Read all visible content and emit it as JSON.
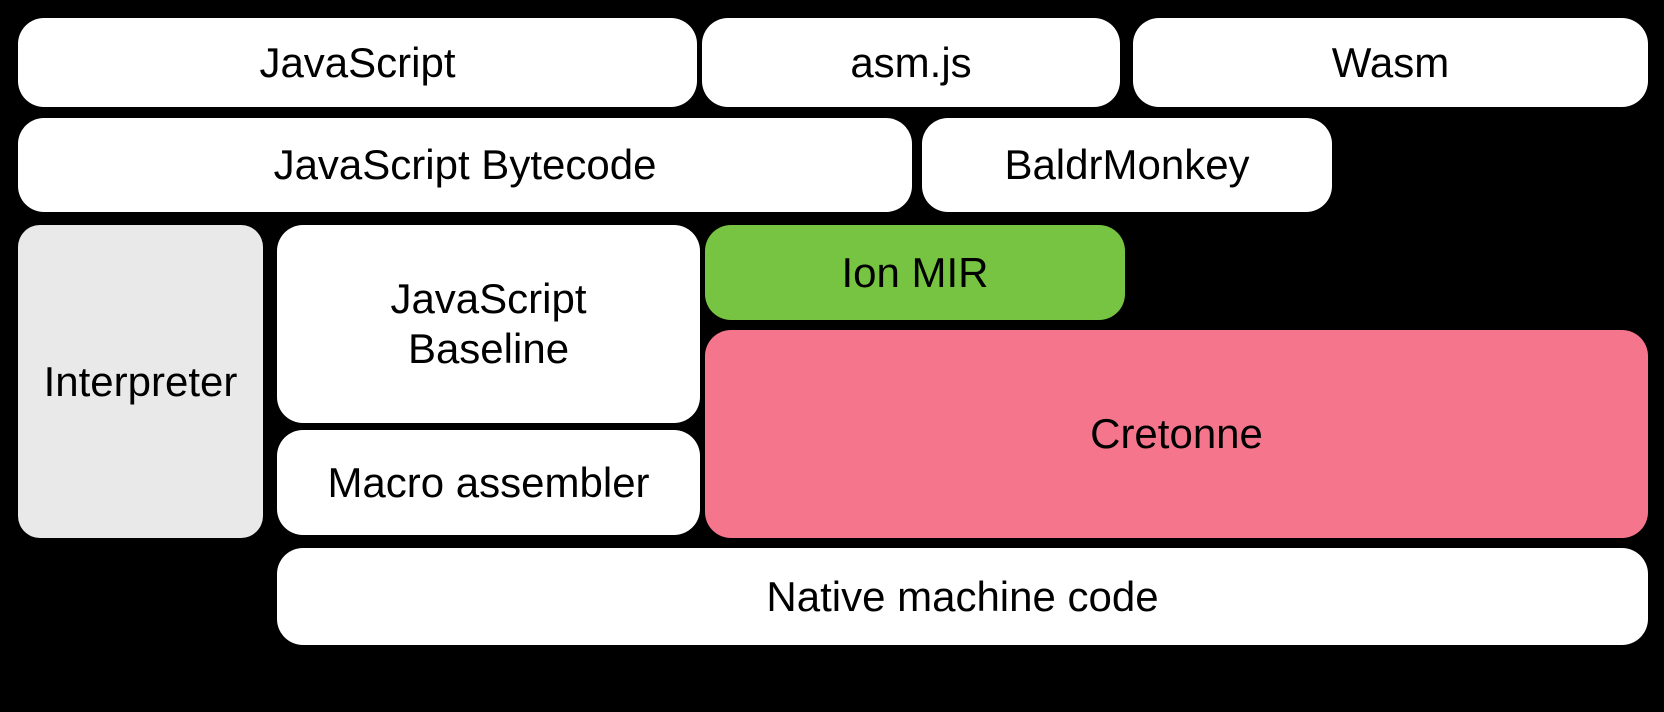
{
  "diagram": {
    "title": "SpiderMonkey compilation pipeline stack",
    "background_color": "#000000",
    "colors": {
      "white": "#ffffff",
      "gray": "#e9e9e9",
      "green": "#76c442",
      "pink": "#f5768c"
    },
    "rows": [
      {
        "name": "source-languages",
        "nodes": [
          {
            "id": "javascript",
            "label": "JavaScript",
            "color": "#ffffff"
          },
          {
            "id": "asmjs",
            "label": "asm.js",
            "color": "#ffffff"
          },
          {
            "id": "wasm",
            "label": "Wasm",
            "color": "#ffffff"
          }
        ]
      },
      {
        "name": "intermediate-front-ends",
        "nodes": [
          {
            "id": "js_bytecode",
            "label": "JavaScript Bytecode",
            "color": "#ffffff"
          },
          {
            "id": "baldrmonkey",
            "label": "BaldrMonkey",
            "color": "#ffffff"
          }
        ]
      },
      {
        "name": "execution-and-compilation-tiers",
        "nodes": [
          {
            "id": "interpreter",
            "label": "Interpreter",
            "color": "#e9e9e9"
          },
          {
            "id": "js_baseline",
            "label": "JavaScript\nBaseline",
            "color": "#ffffff"
          },
          {
            "id": "macro_assembler",
            "label": "Macro assembler",
            "color": "#ffffff"
          },
          {
            "id": "ion_mir",
            "label": "Ion MIR",
            "color": "#76c442"
          },
          {
            "id": "cretonne",
            "label": "Cretonne",
            "color": "#f5768c"
          }
        ]
      },
      {
        "name": "output",
        "nodes": [
          {
            "id": "native_code",
            "label": "Native machine code",
            "color": "#ffffff"
          }
        ]
      }
    ],
    "labels": {
      "javascript": "JavaScript",
      "asmjs": "asm.js",
      "wasm": "Wasm",
      "js_bytecode": "JavaScript Bytecode",
      "baldrmonkey": "BaldrMonkey",
      "interpreter": "Interpreter",
      "js_baseline": "JavaScript\nBaseline",
      "macro_assembler": "Macro assembler",
      "ion_mir": "Ion MIR",
      "cretonne": "Cretonne",
      "native_code": "Native machine code"
    }
  }
}
